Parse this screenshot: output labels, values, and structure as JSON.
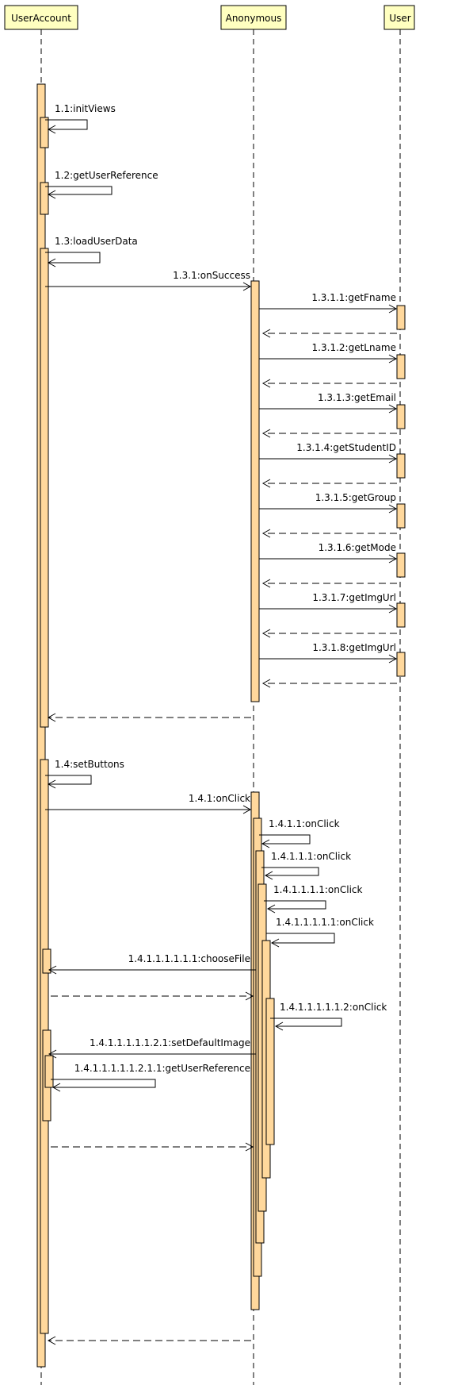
{
  "lifelines": [
    {
      "id": "ua",
      "label": "UserAccount"
    },
    {
      "id": "an",
      "label": "Anonymous"
    },
    {
      "id": "us",
      "label": "User"
    }
  ],
  "messages": [
    {
      "label": "1.1:initViews"
    },
    {
      "label": "1.2:getUserReference"
    },
    {
      "label": "1.3:loadUserData"
    },
    {
      "label": "1.3.1:onSuccess"
    },
    {
      "label": "1.3.1.1:getFname"
    },
    {
      "label": "1.3.1.2:getLname"
    },
    {
      "label": "1.3.1.3:getEmail"
    },
    {
      "label": "1.3.1.4:getStudentID"
    },
    {
      "label": "1.3.1.5:getGroup"
    },
    {
      "label": "1.3.1.6:getMode"
    },
    {
      "label": "1.3.1.7:getImgUrl"
    },
    {
      "label": "1.3.1.8:getImgUrl"
    },
    {
      "label": "1.4:setButtons"
    },
    {
      "label": "1.4.1:onClick"
    },
    {
      "label": "1.4.1.1:onClick"
    },
    {
      "label": "1.4.1.1.1:onClick"
    },
    {
      "label": "1.4.1.1.1.1:onClick"
    },
    {
      "label": "1.4.1.1.1.1.1:onClick"
    },
    {
      "label": "1.4.1.1.1.1.1.1:chooseFile"
    },
    {
      "label": "1.4.1.1.1.1.1.2:onClick"
    },
    {
      "label": "1.4.1.1.1.1.1.2.1:setDefaultImage"
    },
    {
      "label": "1.4.1.1.1.1.1.2.1.1:getUserReference"
    }
  ]
}
